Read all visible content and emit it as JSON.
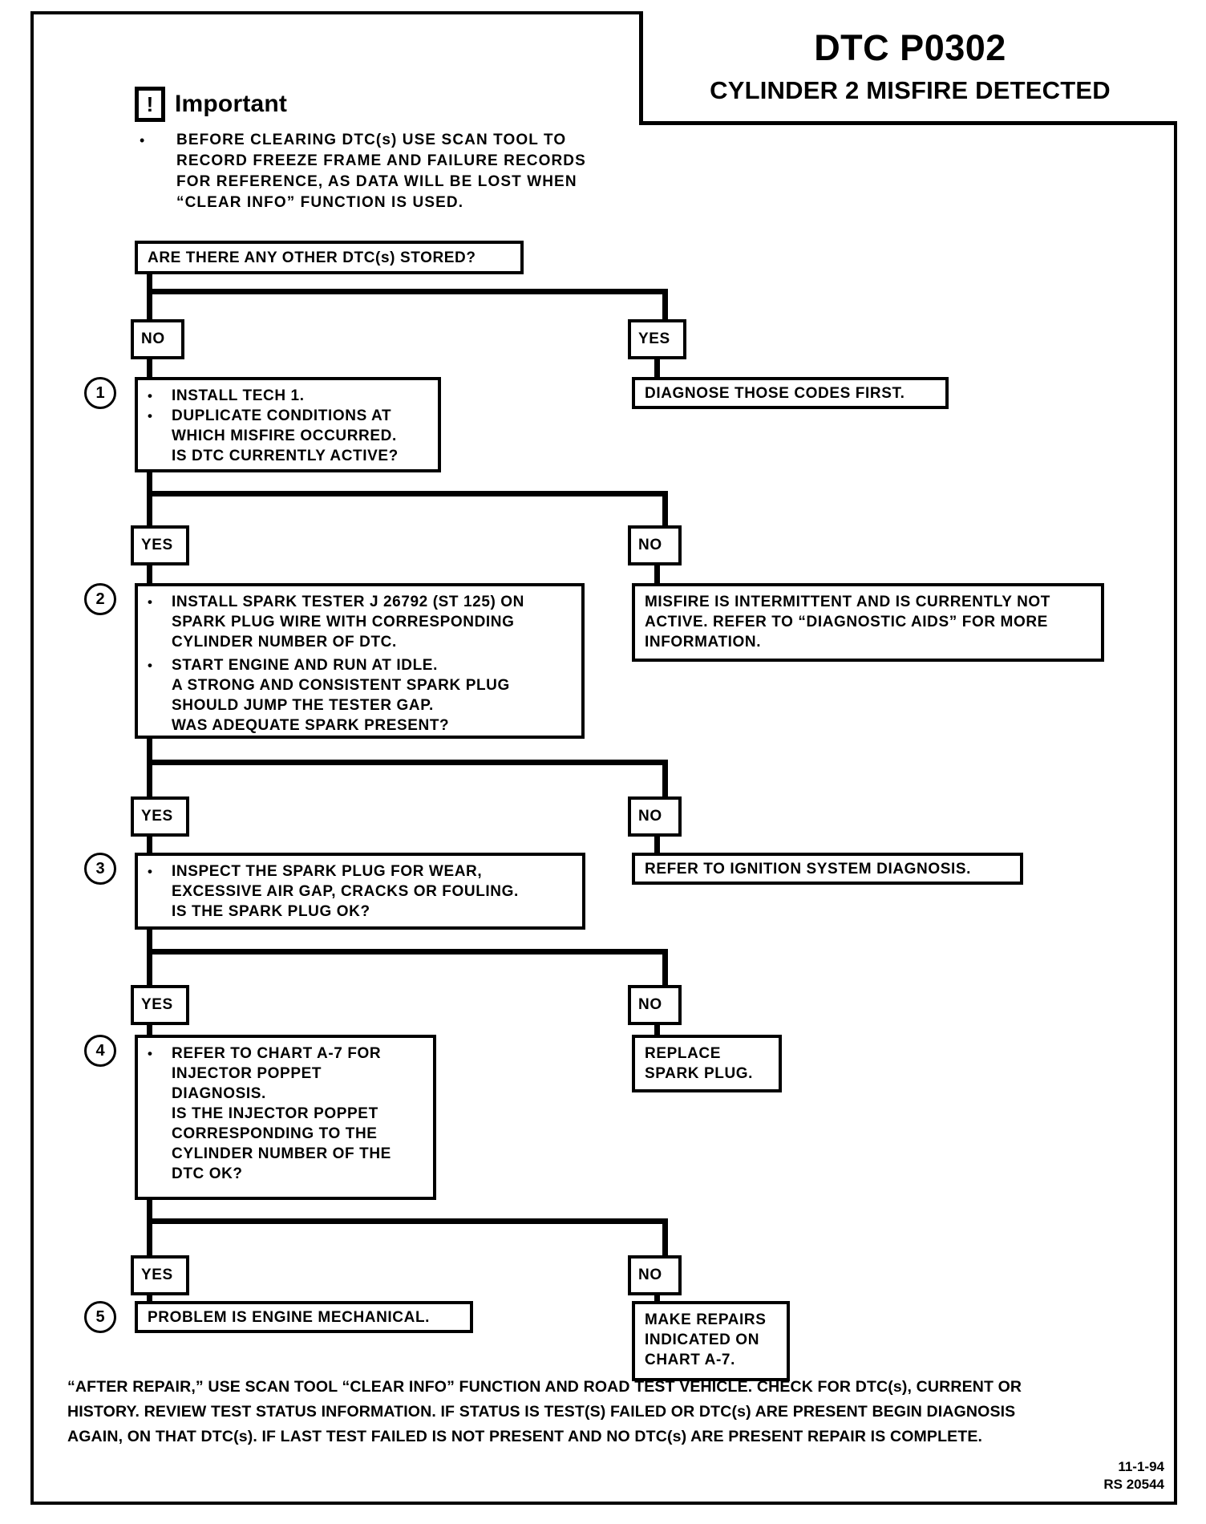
{
  "header": {
    "code": "DTC P0302",
    "description": "CYLINDER 2 MISFIRE DETECTED"
  },
  "important": {
    "icon": "exclamation-box-icon",
    "glyph": "!",
    "label": "Important",
    "bullet": "•",
    "text": "BEFORE CLEARING DTC(s) USE SCAN TOOL TO\nRECORD FREEZE FRAME AND FAILURE RECORDS\nFOR REFERENCE, AS DATA WILL BE LOST WHEN\n“CLEAR INFO” FUNCTION IS USED."
  },
  "flow": {
    "bullet": "•",
    "start": {
      "text": "ARE THERE ANY OTHER DTC(s) STORED?"
    },
    "branch1": {
      "left_label": "NO",
      "right_label": "YES",
      "right_box": "DIAGNOSE THOSE CODES FIRST."
    },
    "step1": {
      "number": "1",
      "lines": "INSTALL TECH 1.",
      "lines2": "DUPLICATE CONDITIONS AT\nWHICH MISFIRE OCCURRED.\nIS DTC CURRENTLY ACTIVE?"
    },
    "branch2": {
      "left_label": "YES",
      "right_label": "NO",
      "right_box": "MISFIRE IS INTERMITTENT AND IS CURRENTLY NOT\nACTIVE.  REFER TO “DIAGNOSTIC AIDS” FOR MORE\nINFORMATION."
    },
    "step2": {
      "number": "2",
      "lines": "INSTALL SPARK TESTER J 26792 (ST 125) ON\nSPARK PLUG WIRE WITH CORRESPONDING\nCYLINDER NUMBER OF DTC.",
      "lines2": "START ENGINE AND RUN AT IDLE.\nA STRONG AND CONSISTENT SPARK PLUG\nSHOULD JUMP THE TESTER GAP.\nWAS ADEQUATE SPARK PRESENT?"
    },
    "branch3": {
      "left_label": "YES",
      "right_label": "NO",
      "right_box": "REFER TO IGNITION SYSTEM DIAGNOSIS."
    },
    "step3": {
      "number": "3",
      "lines": "INSPECT THE SPARK PLUG FOR WEAR,\nEXCESSIVE AIR GAP, CRACKS OR FOULING.\nIS THE SPARK PLUG OK?"
    },
    "branch4": {
      "left_label": "YES",
      "right_label": "NO",
      "right_box": "REPLACE\nSPARK PLUG."
    },
    "step4": {
      "number": "4",
      "lines": "REFER TO CHART A-7 FOR\nINJECTOR POPPET\nDIAGNOSIS.\nIS THE INJECTOR POPPET\nCORRESPONDING TO THE\nCYLINDER NUMBER OF THE\nDTC OK?"
    },
    "branch5": {
      "left_label": "YES",
      "right_label": "NO",
      "right_box": "MAKE REPAIRS\nINDICATED ON\nCHART A-7."
    },
    "step5": {
      "number": "5",
      "lines": "PROBLEM IS ENGINE MECHANICAL."
    }
  },
  "footer": {
    "text": "“AFTER REPAIR,” USE SCAN TOOL “CLEAR INFO” FUNCTION AND ROAD TEST VEHICLE. CHECK FOR DTC(s), CURRENT OR\nHISTORY. REVIEW TEST STATUS INFORMATION. IF STATUS IS TEST(S) FAILED OR DTC(s) ARE PRESENT BEGIN DIAGNOSIS\nAGAIN, ON THAT DTC(s). IF LAST TEST FAILED IS NOT PRESENT AND NO DTC(s) ARE PRESENT REPAIR IS COMPLETE.",
    "stamp": "11-1-94\nRS 20544"
  }
}
